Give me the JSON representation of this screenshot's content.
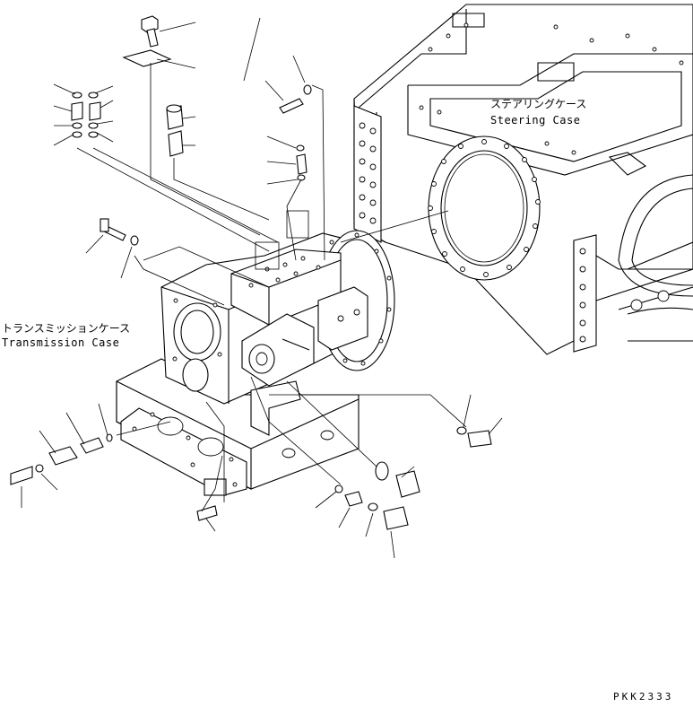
{
  "labels": {
    "steering_case_jp": "ステアリングケース",
    "steering_case_en": "Steering Case",
    "transmission_case_jp": "トランスミッションケース",
    "transmission_case_en": "Transmission Case",
    "drawing_number": "PKK2333"
  }
}
